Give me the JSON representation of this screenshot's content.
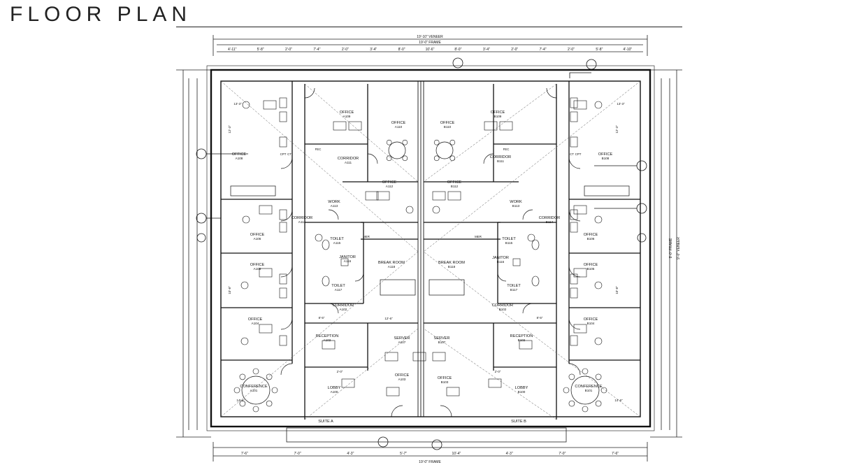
{
  "header": {
    "title": "FLOOR PLAN"
  },
  "plan": {
    "top_dims": {
      "veneer": "19'-10\" VENEER",
      "frame": "19'-0\" FRAME"
    },
    "bottom_dims": {
      "frame": "19'-0\" FRAME"
    },
    "right_dims": {
      "frame": "9'-0\" FRAME",
      "veneer": "9'-0\" VENEER"
    },
    "top_segments": [
      "4'-11\"",
      "5'-8\"",
      "2'-0\"",
      "7'-4\"",
      "2'-0\"",
      "3'-4\"",
      "8'-0\"",
      "10'-6\"",
      "8'-0\"",
      "3'-4\"",
      "2'-0\"",
      "7'-4\"",
      "2'-0\"",
      "5'-8\"",
      "4'-10\""
    ],
    "bottom_segments": [
      "7'-6\"",
      "7'-0\"",
      "4'-3\"",
      "5'-7\"",
      "10'-4\"",
      "4'-3\"",
      "7'-0\"",
      "7'-6\""
    ],
    "suites": {
      "a": "SUITE A",
      "b": "SUITE B"
    },
    "rooms": [
      {
        "name": "OFFICE",
        "num": "A109"
      },
      {
        "name": "OFFICE",
        "num": "A110"
      },
      {
        "name": "OFFICE",
        "num": "B110"
      },
      {
        "name": "OFFICE",
        "num": "B109"
      },
      {
        "name": "OFFICE",
        "num": "A108"
      },
      {
        "name": "OFFICE",
        "num": "B108"
      },
      {
        "name": "CORRIDOR",
        "num": "A111"
      },
      {
        "name": "CORRIDOR",
        "num": "B111"
      },
      {
        "name": "OFFICE",
        "num": "A112"
      },
      {
        "name": "OFFICE",
        "num": "B112"
      },
      {
        "name": "WORK",
        "num": "A113"
      },
      {
        "name": "WORK",
        "num": "B113"
      },
      {
        "name": "CORRIDOR",
        "num": "A114"
      },
      {
        "name": "CORRIDOR",
        "num": "B114"
      },
      {
        "name": "OFFICE",
        "num": "A106"
      },
      {
        "name": "OFFICE",
        "num": "B106"
      },
      {
        "name": "TOILET",
        "num": "A115"
      },
      {
        "name": "TOILET",
        "num": "B115"
      },
      {
        "name": "JANITOR",
        "num": "A116"
      },
      {
        "name": "JANITOR",
        "num": "B116"
      },
      {
        "name": "BREAK ROOM",
        "num": "A118"
      },
      {
        "name": "BREAK ROOM",
        "num": "B118"
      },
      {
        "name": "OFFICE",
        "num": "A105"
      },
      {
        "name": "OFFICE",
        "num": "B105"
      },
      {
        "name": "TOILET",
        "num": "A117"
      },
      {
        "name": "TOILET",
        "num": "B117"
      },
      {
        "name": "CORRIDOR",
        "num": "A102"
      },
      {
        "name": "CORRIDOR",
        "num": "B102"
      },
      {
        "name": "OFFICE",
        "num": "A104"
      },
      {
        "name": "OFFICE",
        "num": "B104"
      },
      {
        "name": "RECEPTION",
        "num": "A102"
      },
      {
        "name": "RECEPTION",
        "num": "B102"
      },
      {
        "name": "SERVER",
        "num": "A107"
      },
      {
        "name": "SERVER",
        "num": "B107"
      },
      {
        "name": "OFFICE",
        "num": "A103"
      },
      {
        "name": "OFFICE",
        "num": "B103"
      },
      {
        "name": "CONFERENCE",
        "num": "A101"
      },
      {
        "name": "CONFERENCE",
        "num": "B101"
      },
      {
        "name": "LOBBY",
        "num": "A100"
      },
      {
        "name": "LOBBY",
        "num": "B100"
      }
    ],
    "labels": {
      "fec": "FEC",
      "mer": "MER",
      "cpt": "CPT",
      "ct": "CT",
      "dim_a": "12'-3\"",
      "dim_b": "10'-8\"",
      "dim_c": "13'-3\"",
      "dim_d": "14'-6\"",
      "dim_e": "8'-5\"",
      "dim_f": "2'-0\"",
      "dim_g": "12'-6\""
    }
  }
}
